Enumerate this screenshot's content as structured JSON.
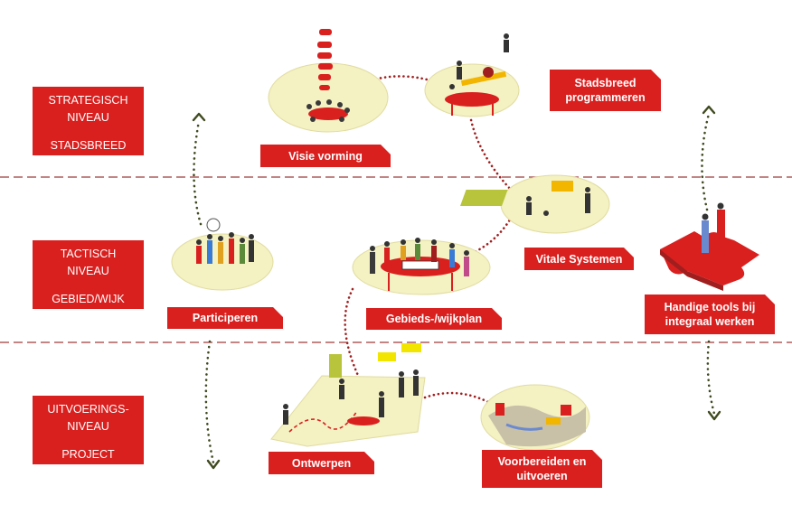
{
  "levels": [
    {
      "line1": "STRATEGISCH",
      "line2": "NIVEAU",
      "line3": "STADSBREED"
    },
    {
      "line1": "TACTISCH",
      "line2": "NIVEAU",
      "line3": "GEBIED/WIJK"
    },
    {
      "line1": "UITVOERINGS-",
      "line2": "NIVEAU",
      "line3": "PROJECT"
    }
  ],
  "labels": {
    "visie": "Visie vorming",
    "stadsbreed_1": "Stadsbreed",
    "stadsbreed_2": "programmeren",
    "vitale": "Vitale Systemen",
    "participeren": "Participeren",
    "gebiedsplan": "Gebieds-/wijkplan",
    "tools_1": "Handige tools bij",
    "tools_2": "integraal werken",
    "ontwerpen": "Ontwerpen",
    "voorbereiden_1": "Voorbereiden en",
    "voorbereiden_2": "uitvoeren"
  },
  "colors": {
    "accent_red": "#d9201f",
    "dark_red": "#a01e1e",
    "arrow_green": "#3f4a1f",
    "platform_fill": "#f4f1c2",
    "divider": "#a13b3b"
  }
}
